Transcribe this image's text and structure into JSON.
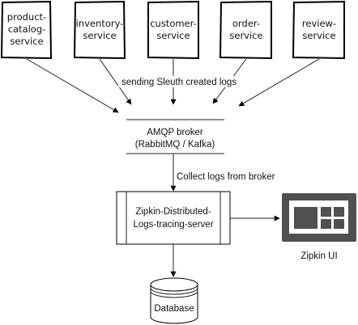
{
  "services": [
    {
      "line1": "product-",
      "line2": "catalog-",
      "line3": "service"
    },
    {
      "line1": "inventory-",
      "line2": "service"
    },
    {
      "line1": "customer-",
      "line2": "service"
    },
    {
      "line1": "order-",
      "line2": "service"
    },
    {
      "line1": "review-",
      "line2": "service"
    }
  ],
  "edges": {
    "logs_label": "sending Sleuth created logs",
    "collect_label": "Collect logs from broker"
  },
  "broker": {
    "line1": "AMQP broker",
    "line2": "(RabbitMQ / Kafka)"
  },
  "zipkin_server": {
    "line1": "Zipkin-Distributed-",
    "line2": "Logs-tracing-server"
  },
  "zipkin_ui": {
    "label": "Zipkin UI",
    "icon": "browser-window-icon"
  },
  "database": {
    "label": "Database",
    "icon": "database-cylinder-icon"
  }
}
